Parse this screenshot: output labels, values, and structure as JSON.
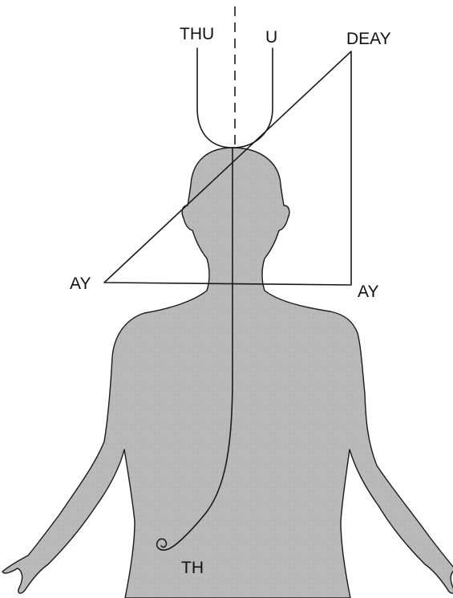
{
  "labels": {
    "top_left": "THU",
    "top_middle": "U",
    "top_right": "DEAY",
    "mid_left": "AY",
    "mid_right": "AY",
    "bottom": "TH"
  },
  "colors": {
    "body_fill": "#b8b8b8",
    "line": "#1a1a1a",
    "background": "#ffffff"
  }
}
